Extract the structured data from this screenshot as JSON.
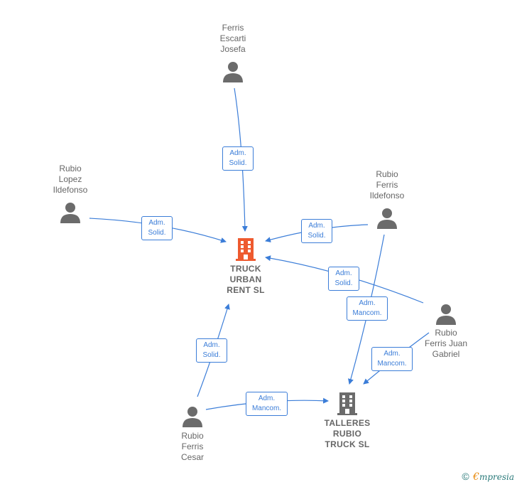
{
  "nodes": {
    "ferris_escarti_josefa": {
      "name": "Ferris\nEscarti\nJosefa"
    },
    "rubio_lopez_ildefonso": {
      "name": "Rubio\nLopez\nIldefonso"
    },
    "rubio_ferris_ildefonso": {
      "name": "Rubio\nFerris\nIldefonso"
    },
    "rubio_ferris_juan_gabriel": {
      "name": "Rubio\nFerris Juan\nGabriel"
    },
    "rubio_ferris_cesar": {
      "name": "Rubio\nFerris\nCesar"
    },
    "truck_urban_rent": {
      "name": "TRUCK\nURBAN\nRENT  SL"
    },
    "talleres_rubio_truck": {
      "name": "TALLERES\nRUBIO\nTRUCK SL"
    }
  },
  "edges": [
    {
      "label": "Adm.\nSolid."
    },
    {
      "label": "Adm.\nSolid."
    },
    {
      "label": "Adm.\nSolid."
    },
    {
      "label": "Adm.\nSolid."
    },
    {
      "label": "Adm.\nMancom."
    },
    {
      "label": "Adm.\nMancom."
    },
    {
      "label": "Adm.\nSolid."
    },
    {
      "label": "Adm.\nMancom."
    }
  ],
  "footer": {
    "copyright": "©",
    "brand_first": "€",
    "brand_rest": "mpresia"
  },
  "colors": {
    "edge": "#3b7dd8",
    "person_icon": "#6b6b6b",
    "company_main": "#ee5a2f",
    "company_other": "#6b6b6b",
    "text": "#666666"
  }
}
